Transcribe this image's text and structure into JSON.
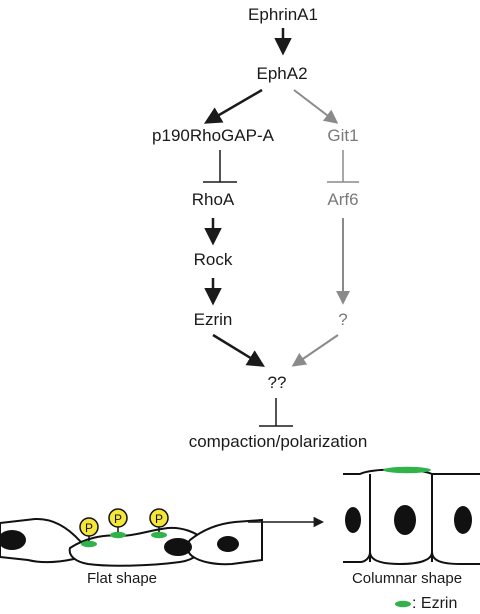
{
  "nodes": {
    "ephrina1": "EphrinA1",
    "epha2": "EphA2",
    "p190rhogap": "p190RhoGAP-A",
    "git1": "Git1",
    "rhoa": "RhoA",
    "arf6": "Arf6",
    "rock": "Rock",
    "ezrin": "Ezrin",
    "unknown_single": "?",
    "unknown_double": "??",
    "compaction": "compaction/polarization"
  },
  "cells": {
    "flat_label": "Flat shape",
    "columnar_label": "Columnar shape",
    "phospho_label": "P"
  },
  "legend": {
    "text": ": Ezrin"
  },
  "colors": {
    "dark_pathway": "#1a1a1a",
    "gray_pathway": "#8a8a8a",
    "ezrin_green": "#2fb34a",
    "phospho_yellow": "#f5e63a",
    "nucleus": "#111111"
  }
}
